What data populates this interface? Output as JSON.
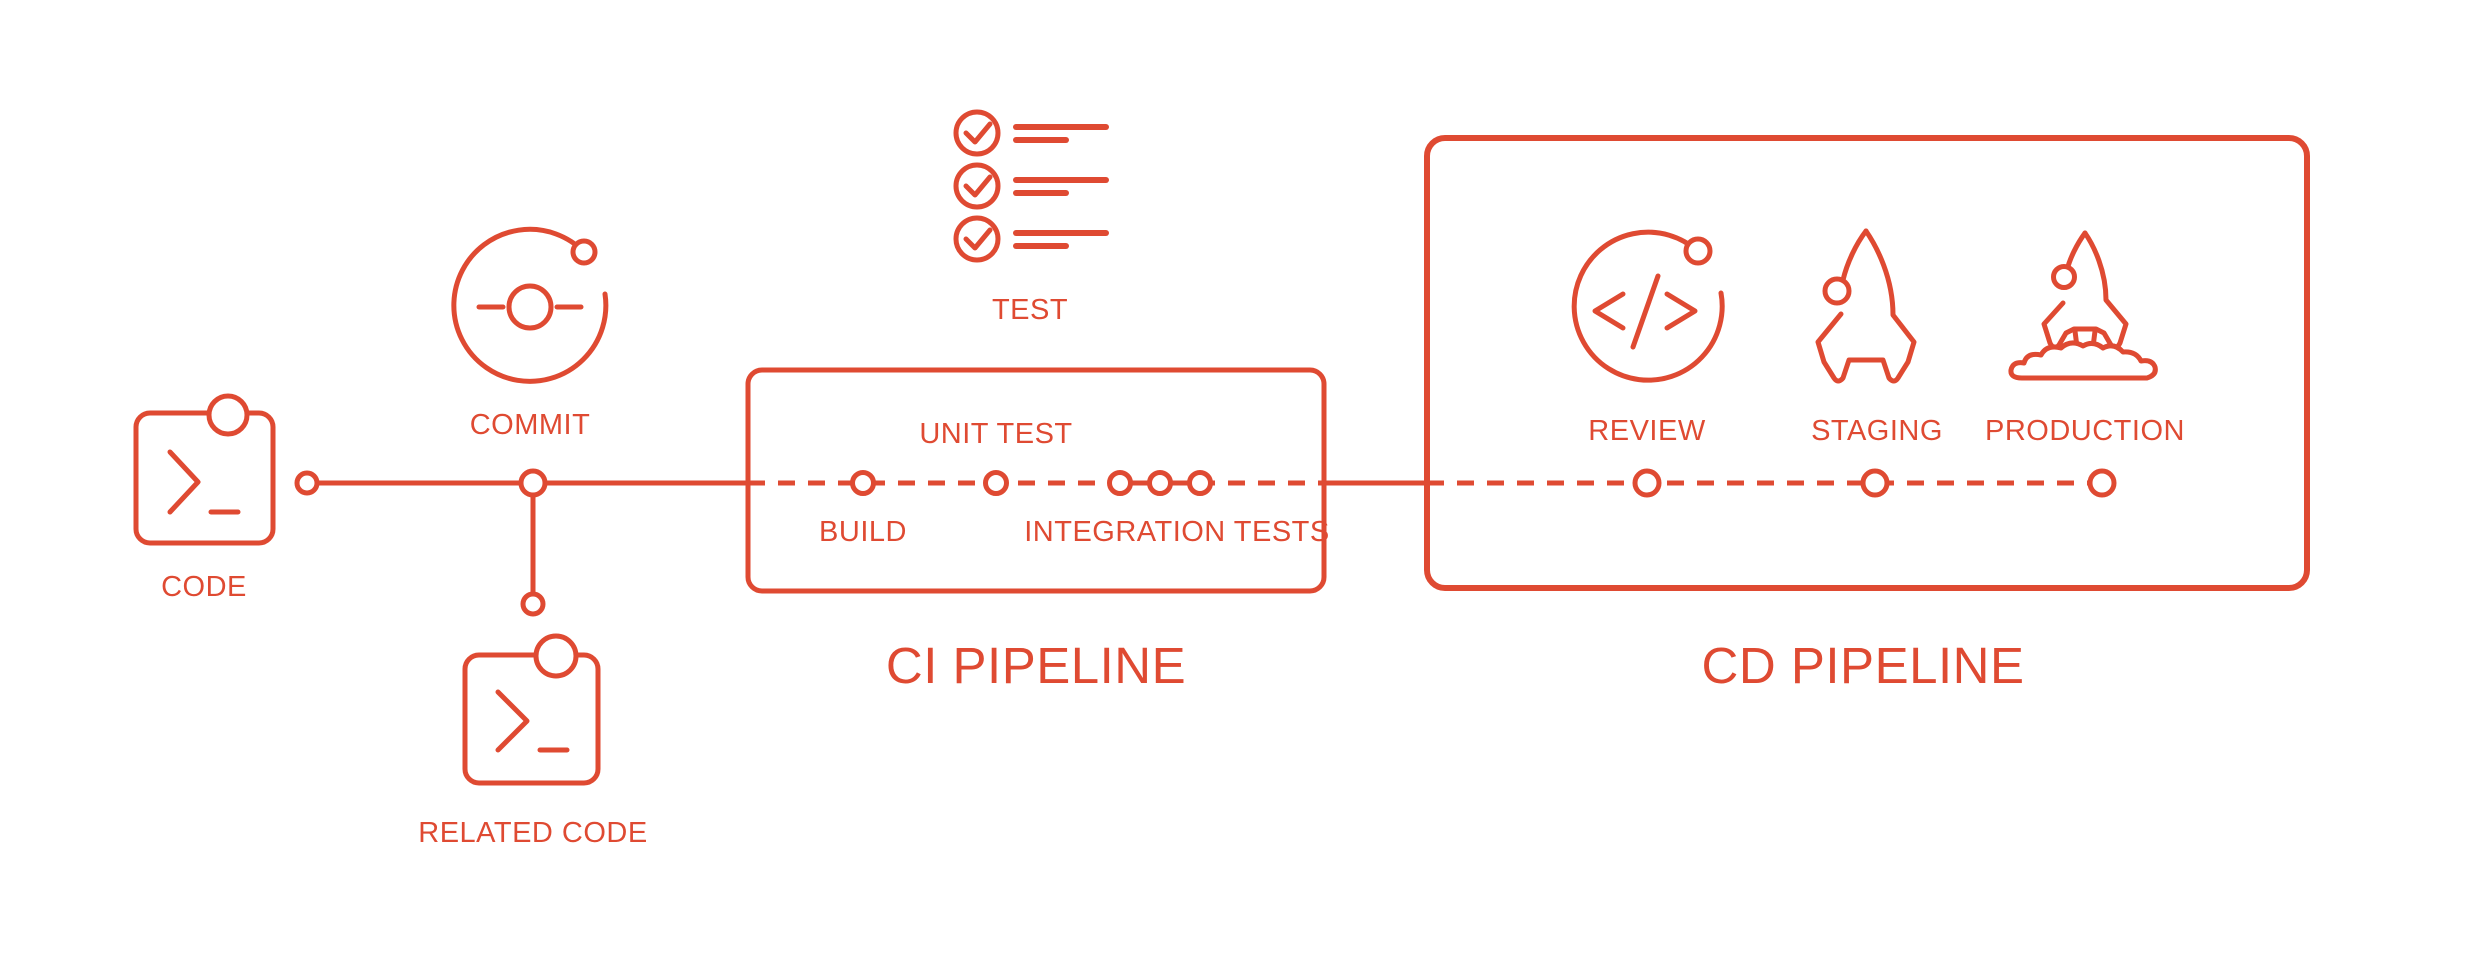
{
  "accent_color": "#DF4A32",
  "background_color": "#FFFFFF",
  "stages": {
    "code": {
      "label": "CODE",
      "icon": "terminal-window-icon"
    },
    "commit": {
      "label": "COMMIT",
      "icon": "git-commit-orbit-icon"
    },
    "related_code": {
      "label": "RELATED CODE",
      "icon": "terminal-window-icon"
    },
    "test": {
      "label": "TEST",
      "icon": "checklist-icon"
    }
  },
  "ci_pipeline": {
    "title": "CI PIPELINE",
    "steps": {
      "build": "BUILD",
      "unit_test": "UNIT TEST",
      "integration_tests": "INTEGRATION TESTS"
    }
  },
  "cd_pipeline": {
    "title": "CD PIPELINE",
    "steps": {
      "review": "REVIEW",
      "staging": "STAGING",
      "production": "PRODUCTION"
    },
    "icons": {
      "review": "code-review-icon",
      "staging": "rocket-icon",
      "production": "rocket-launch-icon"
    }
  }
}
